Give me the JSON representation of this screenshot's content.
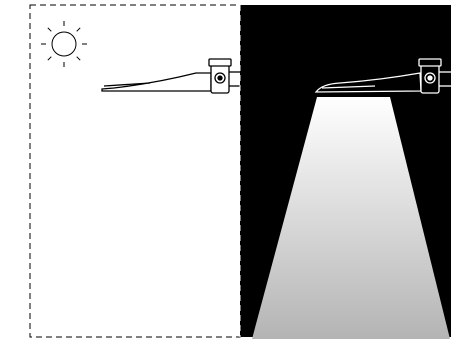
{
  "diagram": {
    "panels": [
      {
        "id": "day",
        "state": "light-off",
        "background": "#ffffff",
        "border_style": "dashed",
        "icon": "sun-icon"
      },
      {
        "id": "night",
        "state": "light-on",
        "background": "#000000",
        "icon": "light-beam"
      }
    ],
    "colors": {
      "line": "#000000",
      "night_bg": "#000000",
      "beam_top": "#ffffff",
      "beam_bottom": "#b4b4b4"
    },
    "fixture": {
      "type": "street-lamp"
    }
  }
}
